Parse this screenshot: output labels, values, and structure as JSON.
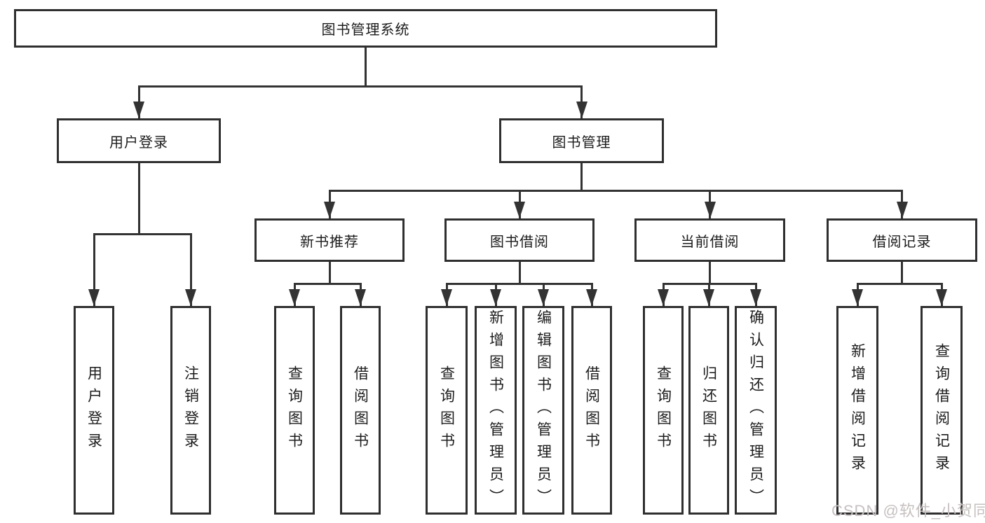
{
  "diagram_title": "图书管理系统",
  "colors": {
    "line": "#333333",
    "box_border": "#2f2f2f",
    "box_background": "#ffffff",
    "text": "#1c1c1c",
    "watermark": "#c7c0c0"
  },
  "watermark": {
    "text": "CSDN @软件_小贺同学"
  },
  "nodes": [
    {
      "id": "root",
      "label": "图书管理系统",
      "parent": null,
      "orientation": "horizontal"
    },
    {
      "id": "login",
      "label": "用户登录",
      "parent": "root",
      "orientation": "horizontal"
    },
    {
      "id": "mgmt",
      "label": "图书管理",
      "parent": "root",
      "orientation": "horizontal"
    },
    {
      "id": "rec",
      "label": "新书推荐",
      "parent": "mgmt",
      "orientation": "horizontal"
    },
    {
      "id": "borrow",
      "label": "图书借阅",
      "parent": "mgmt",
      "orientation": "horizontal"
    },
    {
      "id": "current",
      "label": "当前借阅",
      "parent": "mgmt",
      "orientation": "horizontal"
    },
    {
      "id": "record",
      "label": "借阅记录",
      "parent": "mgmt",
      "orientation": "horizontal"
    },
    {
      "id": "login-user",
      "label": "用户登录",
      "parent": "login",
      "orientation": "vertical"
    },
    {
      "id": "login-logout",
      "label": "注销登录",
      "parent": "login",
      "orientation": "vertical"
    },
    {
      "id": "rec-query",
      "label": "查询图书",
      "parent": "rec",
      "orientation": "vertical"
    },
    {
      "id": "rec-borrow",
      "label": "借阅图书",
      "parent": "rec",
      "orientation": "vertical"
    },
    {
      "id": "borrow-query",
      "label": "查询图书",
      "parent": "borrow",
      "orientation": "vertical"
    },
    {
      "id": "borrow-add",
      "label": "新增图书（管理员）",
      "parent": "borrow",
      "orientation": "vertical"
    },
    {
      "id": "borrow-edit",
      "label": "编辑图书（管理员）",
      "parent": "borrow",
      "orientation": "vertical"
    },
    {
      "id": "borrow-borrow",
      "label": "借阅图书",
      "parent": "borrow",
      "orientation": "vertical"
    },
    {
      "id": "current-query",
      "label": "查询图书",
      "parent": "current",
      "orientation": "vertical"
    },
    {
      "id": "current-return",
      "label": "归还图书",
      "parent": "current",
      "orientation": "vertical"
    },
    {
      "id": "current-confirm",
      "label": "确认归还（管理员）",
      "parent": "current",
      "orientation": "vertical"
    },
    {
      "id": "record-add",
      "label": "新增借阅记录",
      "parent": "record",
      "orientation": "vertical"
    },
    {
      "id": "record-query",
      "label": "查询借阅记录",
      "parent": "record",
      "orientation": "vertical"
    }
  ]
}
